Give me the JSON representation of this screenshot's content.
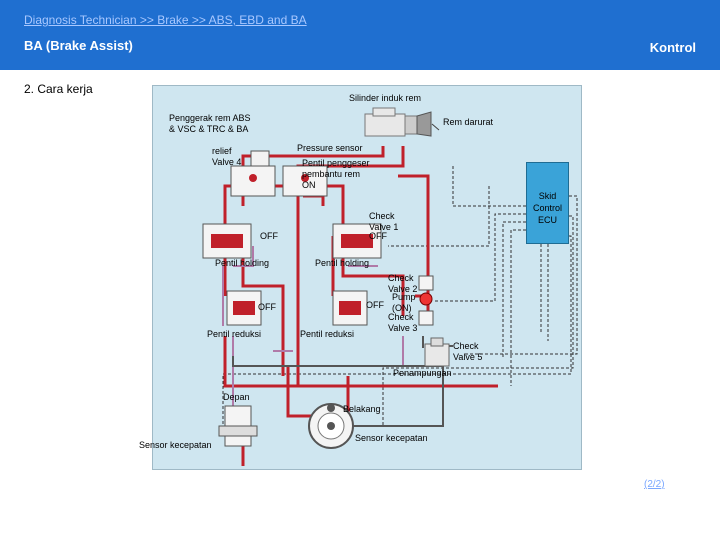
{
  "header": {
    "breadcrumb": "Diagnosis Technician >> Brake >> ABS, EBD and BA",
    "subtitle": "BA (Brake Assist)",
    "kontrol_link": "Kontrol"
  },
  "section_title": "2. Cara kerja",
  "diagram": {
    "labels": {
      "silinder": "Silinder induk rem",
      "penggerak": "Penggerak rem ABS\n& VSC & TRC & BA",
      "rem_darurat": "Rem darurat",
      "relief_valve": "relief\nValve 4",
      "pressure_sensor": "Pressure sensor",
      "pentil_penggeser": "Pentil penggeser\npembantu rem\nON",
      "off_1": "OFF",
      "check_valve_1": "Check\nValve 1",
      "off_2": "OFF",
      "pentil_holding_1": "Pentil holding",
      "pentil_holding_2": "Pentil holding",
      "check_valve_2": "Check\nValve 2",
      "pump": "Pump\n(ON)",
      "check_valve_3": "Check\nValve 3",
      "off_3": "OFF",
      "off_4": "OFF",
      "pentil_reduksi_1": "Pentil reduksi",
      "pentil_reduksi_2": "Pentil reduksi",
      "check_valve_5": "Check\nValve 5",
      "penampungan": "Penampungan",
      "depan": "Depan",
      "belakang": "Belakang",
      "sensor_kecepatan_1": "Sensor kecepatan",
      "sensor_kecepatan_2": "Sensor kecepatan",
      "skid_ecu": "Skid\nControl\nECU"
    }
  },
  "pager": "(2/2)"
}
